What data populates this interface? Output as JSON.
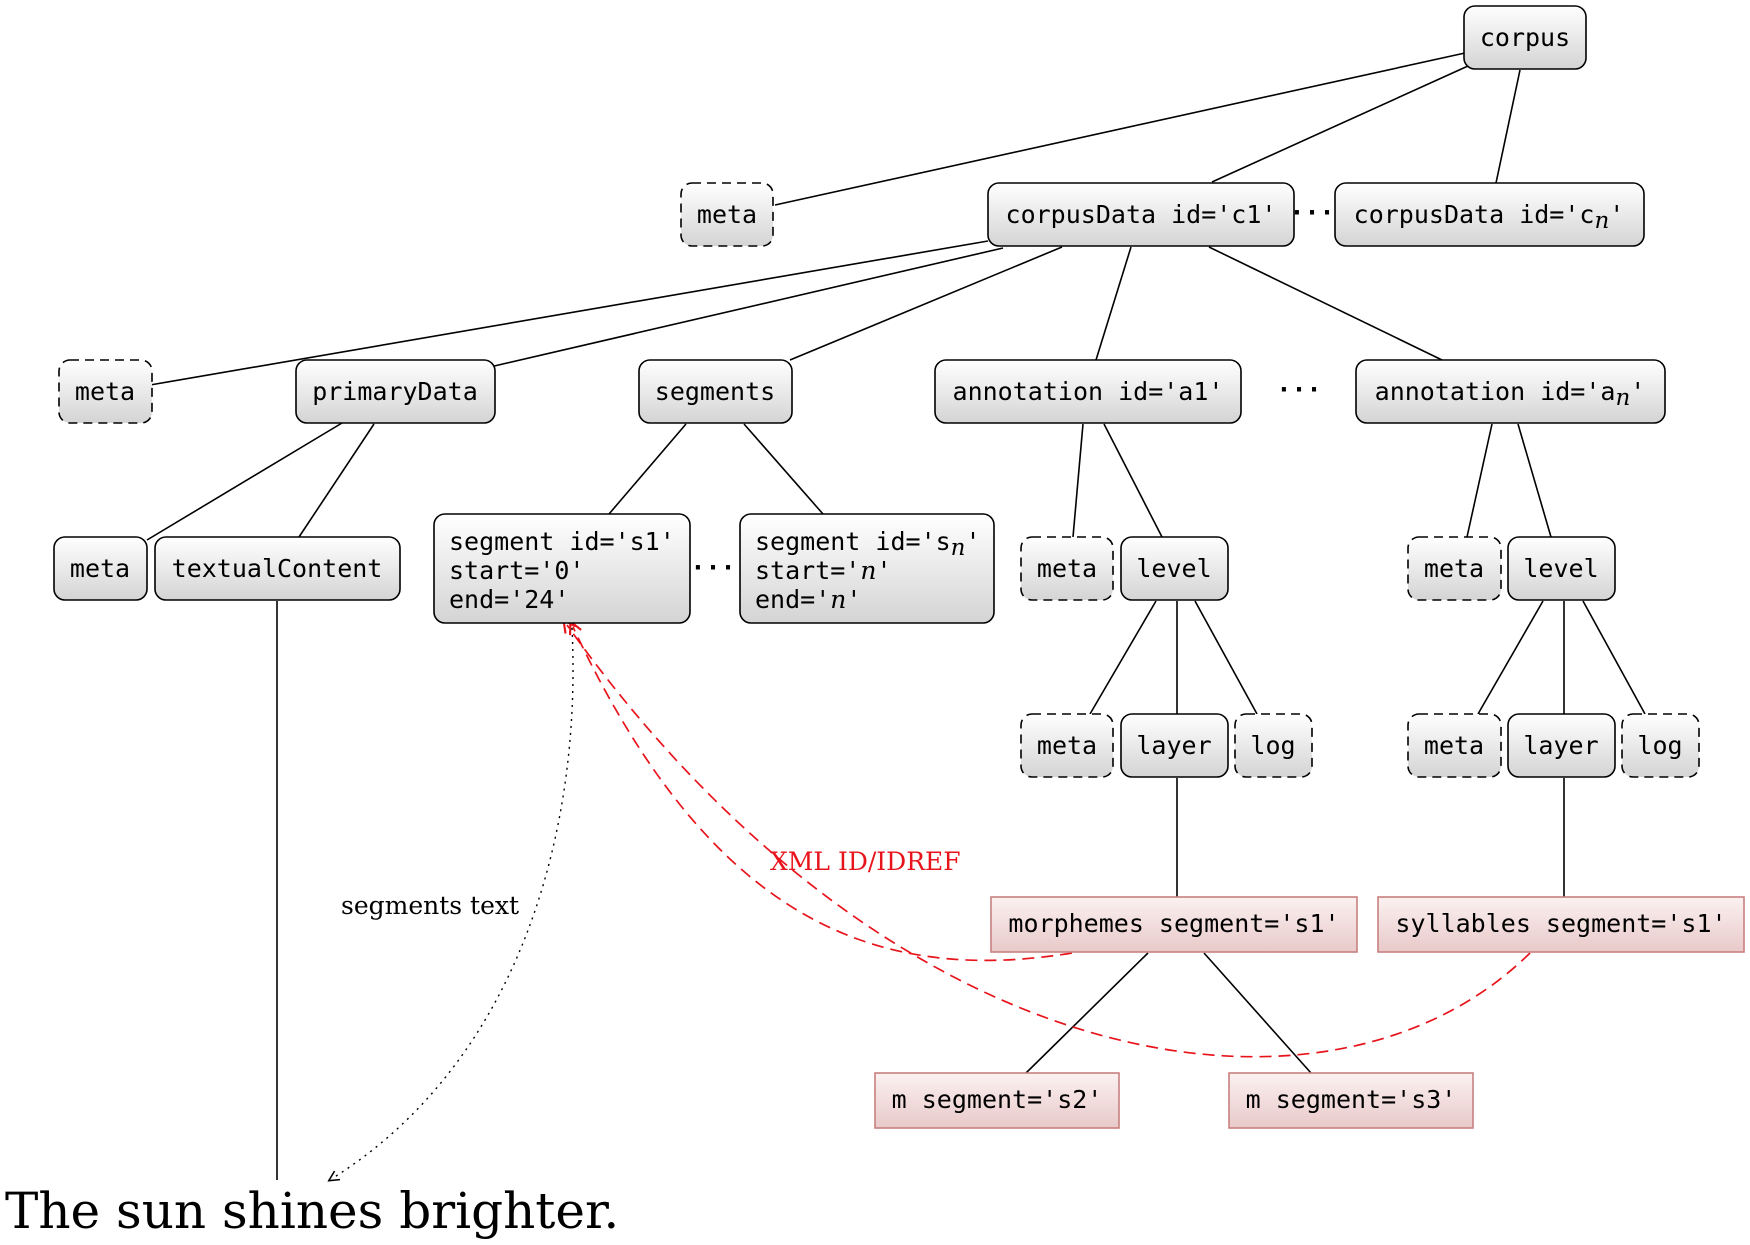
{
  "nodes": {
    "corpus": "corpus",
    "corpus_meta": "meta",
    "corpusData_1": "corpusData id='c1'",
    "corpusData_n_prefix": "corpusData id='c",
    "corpusData_n_var": "n",
    "corpusData_n_suffix": "'",
    "cd_meta": "meta",
    "primaryData": "primaryData",
    "segments": "segments",
    "annotation_1": "annotation id='a1'",
    "annotation_n_prefix": "annotation id='a",
    "annotation_n_var": "n",
    "annotation_n_suffix": "'",
    "pd_meta": "meta",
    "textualContent": "textualContent",
    "segment_1": {
      "line1": "segment id='s1'",
      "line2": "start='0'",
      "line3": "end='24'"
    },
    "segment_n": {
      "line1_prefix": "segment id='s",
      "line1_var": "n",
      "line1_suffix": "'",
      "line2_prefix": "start='",
      "line2_var": "n",
      "line2_suffix": "'",
      "line3_prefix": "end='",
      "line3_var": "n",
      "line3_suffix": "'"
    },
    "a1_meta": "meta",
    "a1_level": "level",
    "an_meta": "meta",
    "an_level": "level",
    "a1_level_meta": "meta",
    "a1_layer": "layer",
    "a1_log": "log",
    "an_level_meta": "meta",
    "an_layer": "layer",
    "an_log": "log",
    "morphemes": "morphemes segment='s1'",
    "syllables": "syllables segment='s1'",
    "m_s2": "m segment='s2'",
    "m_s3": "m segment='s3'"
  },
  "ellipses": [
    "···",
    "···",
    "···"
  ],
  "labels": {
    "xml_idref": "XML ID/IDREF",
    "segments_text": "segments text",
    "sentence": "The sun shines brighter."
  },
  "colors": {
    "node_fill_top": "#ffffff",
    "node_fill_bottom": "#d4d4d4",
    "pink_fill_top": "#fbf1f1",
    "pink_fill_bottom": "#e9c9c9",
    "pink_stroke": "#c88080",
    "idref": "#e8141c",
    "line": "#000000"
  }
}
